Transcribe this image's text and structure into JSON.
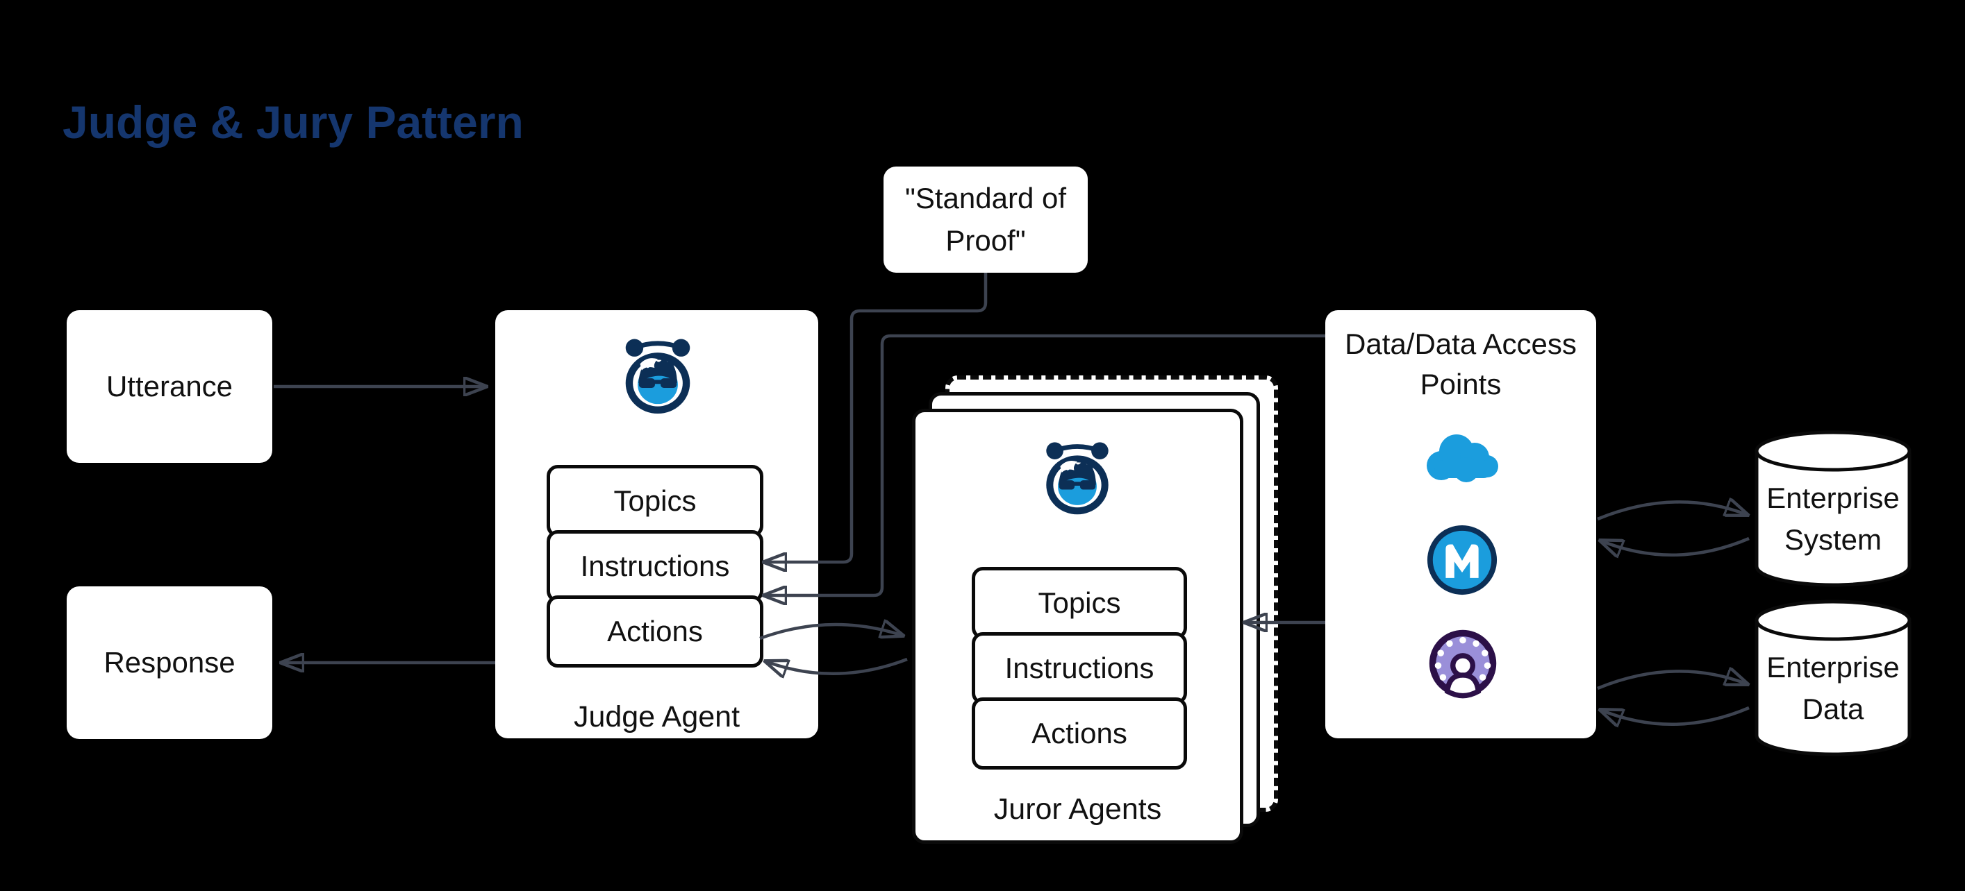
{
  "title": "Judge & Jury Pattern",
  "colors": {
    "background": "#000000",
    "card": "#ffffff",
    "title_navy": "#15366e",
    "connector": "#3d4350",
    "robot_navy": "#0c2f56",
    "bright_blue": "#1b9ddd",
    "lavender": "#9a8fd9",
    "dark_purple": "#2c1048"
  },
  "nodes": {
    "utterance": {
      "label": "Utterance"
    },
    "response": {
      "label": "Response"
    },
    "standard_of_proof": {
      "label": "\"Standard of Proof\""
    },
    "judge_agent": {
      "label": "Judge Agent",
      "components": [
        "Topics",
        "Instructions",
        "Actions"
      ],
      "icon": "agentforce-robot"
    },
    "juror_agents": {
      "label": "Juror Agents",
      "components": [
        "Topics",
        "Instructions",
        "Actions"
      ],
      "icon": "agentforce-robot"
    },
    "data_access": {
      "label": "Data/Data Access Points",
      "icons": [
        "salesforce-cloud",
        "mulesoft",
        "community-users"
      ]
    },
    "enterprise_system": {
      "label": "Enterprise System"
    },
    "enterprise_data": {
      "label": "Enterprise Data"
    }
  }
}
